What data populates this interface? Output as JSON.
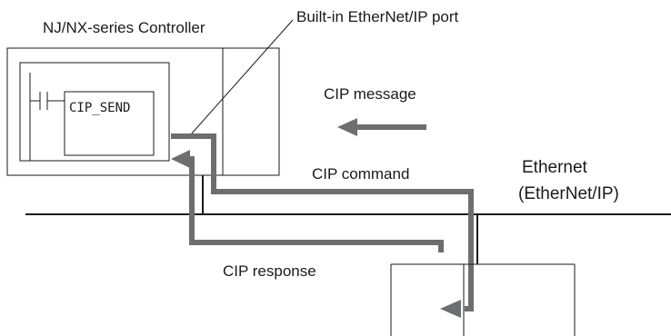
{
  "labels": {
    "controller": "NJ/NX-series Controller",
    "port": "Built-in EtherNet/IP port",
    "function_block": "CIP_SEND",
    "cip_message": "CIP message",
    "cip_command": "CIP command",
    "cip_response": "CIP response",
    "ethernet_line1": "Ethernet",
    "ethernet_line2": "(EtherNet/IP)"
  },
  "colors": {
    "line": "#1a1a1a",
    "arrow": "#6d6e70",
    "background": "#ffffff"
  }
}
